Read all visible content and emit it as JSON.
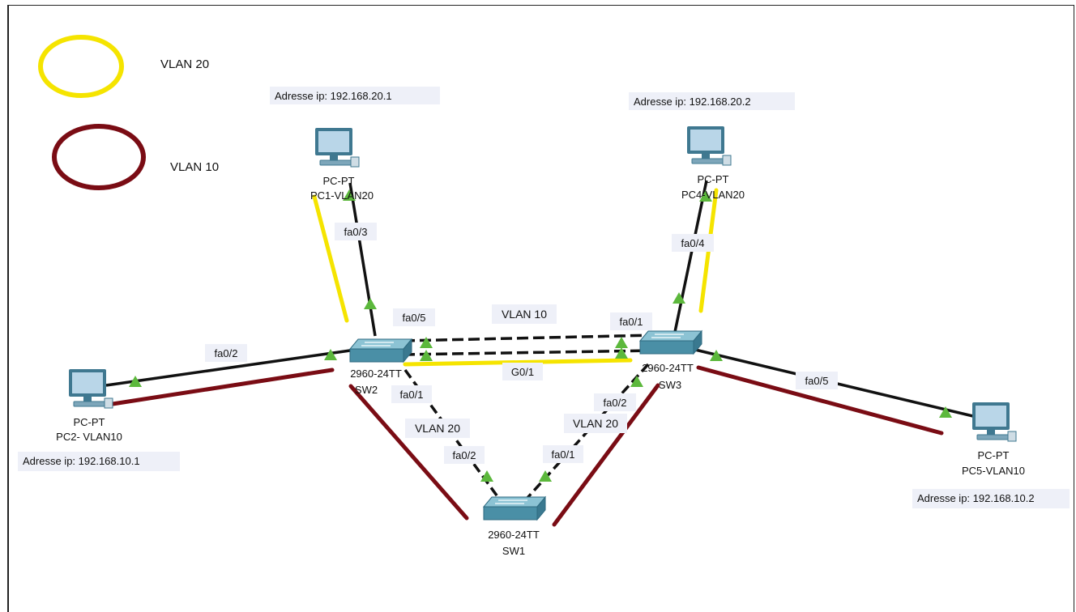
{
  "legend": {
    "vlan20": {
      "label": "VLAN 20",
      "color": "#f5e400"
    },
    "vlan10": {
      "label": "VLAN 10",
      "color": "#7a0c14"
    }
  },
  "colors": {
    "link": "#111111",
    "vlan20": "#f5e400",
    "vlan10": "#7a0c14",
    "port_up": "#5cb83c",
    "switch_body": "#4a8fa6",
    "pc_screen": "#b9d6e8"
  },
  "devices": {
    "pc1": {
      "type": "PC-PT",
      "name": "PC1-VLAN20",
      "ip_label": "Adresse ip: 192.168.20.1"
    },
    "pc4": {
      "type": "PC-PT",
      "name": "PC4-VLAN20",
      "ip_label": "Adresse ip: 192.168.20.2"
    },
    "pc2": {
      "type": "PC-PT",
      "name": "PC2- VLAN10",
      "ip_label": "Adresse ip: 192.168.10.1"
    },
    "pc5": {
      "type": "PC-PT",
      "name": "PC5-VLAN10",
      "ip_label": "Adresse ip: 192.168.10.2"
    },
    "sw2": {
      "model": "2960-24TT",
      "name": "SW2"
    },
    "sw3": {
      "model": "2960-24TT",
      "name": "SW3"
    },
    "sw1": {
      "model": "2960-24TT",
      "name": "SW1"
    }
  },
  "ports": {
    "pc1_sw2": "fa0/3",
    "pc4_sw3": "fa0/4",
    "pc2_sw2": "fa0/2",
    "sw3_pc5": "fa0/5",
    "sw2_trunk_a": "fa0/5",
    "sw3_trunk_a": "fa0/1",
    "sw2_sw3_b": "G0/1",
    "sw2_sw1": "fa0/1",
    "sw1_sw2": "fa0/2",
    "sw3_sw1": "fa0/2",
    "sw1_sw3": "fa0/1"
  },
  "link_labels": {
    "sw2_sw3": "VLAN 10",
    "sw2_sw1": "VLAN 20",
    "sw3_sw1": "VLAN 20"
  }
}
